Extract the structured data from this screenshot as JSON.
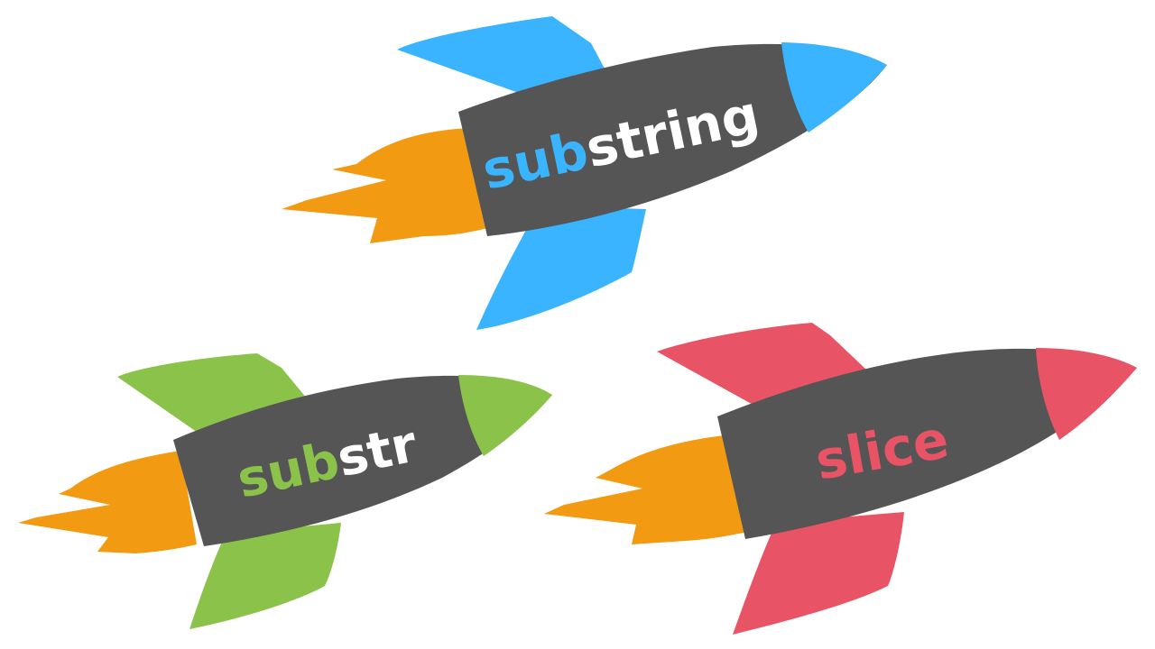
{
  "colors": {
    "background": "#ffffff",
    "body": "#555555",
    "flame": "#f29a12",
    "blue": "#3bb4ff",
    "green": "#8bc34a",
    "red": "#e85466",
    "white": "#ffffff"
  },
  "rockets": [
    {
      "id": "substring",
      "label_accent": "sub",
      "label_rest": "string",
      "accent_color": "#3bb4ff"
    },
    {
      "id": "substr",
      "label_accent": "sub",
      "label_rest": "str",
      "accent_color": "#8bc34a"
    },
    {
      "id": "slice",
      "label_accent": "slice",
      "label_rest": "",
      "accent_color": "#e85466"
    }
  ]
}
